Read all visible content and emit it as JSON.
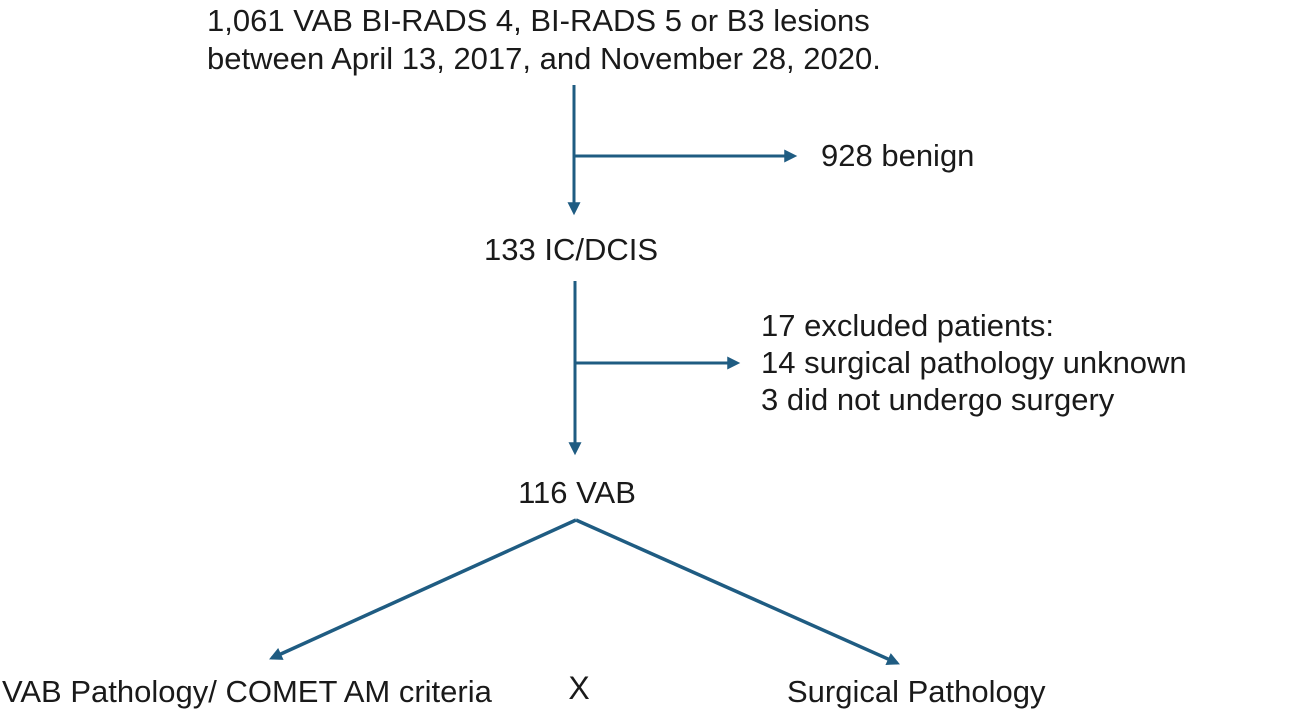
{
  "colors": {
    "arrow": "#1f5c82",
    "text": "#1a1a1a",
    "background": "#ffffff"
  },
  "flowchart": {
    "title": {
      "line1": "1,061 VAB BI-RADS 4, BI-RADS 5 or B3 lesions",
      "line2": "between April 13, 2017, and November 28, 2020."
    },
    "branch_benign": {
      "label": "928 benign"
    },
    "node_ic_dcis": {
      "label": "133 IC/DCIS"
    },
    "branch_excluded": {
      "line1": "17 excluded patients:",
      "line2": "14 surgical pathology unknown",
      "line3": "3 did not undergo surgery"
    },
    "node_vab": {
      "label": "116 VAB"
    },
    "outcome_left": {
      "label": "VAB Pathology/ COMET AM criteria"
    },
    "comparison": {
      "label": "X"
    },
    "outcome_right": {
      "label": "Surgical Pathology"
    }
  }
}
